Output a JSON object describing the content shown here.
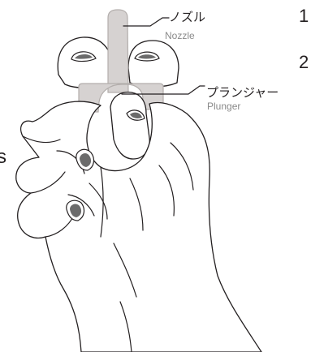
{
  "labels": {
    "nozzle_jp": "ノズル",
    "nozzle_en": "Nozzle",
    "plunger_jp": "プランジャー",
    "plunger_en": "Plunger"
  },
  "steps": [
    "1",
    "2"
  ],
  "side_text": "s",
  "colors": {
    "device_fill": "#d6d2d1",
    "device_stroke": "#b3aeac",
    "ink": "#231f20",
    "caption_gray": "#8a8a8a"
  }
}
